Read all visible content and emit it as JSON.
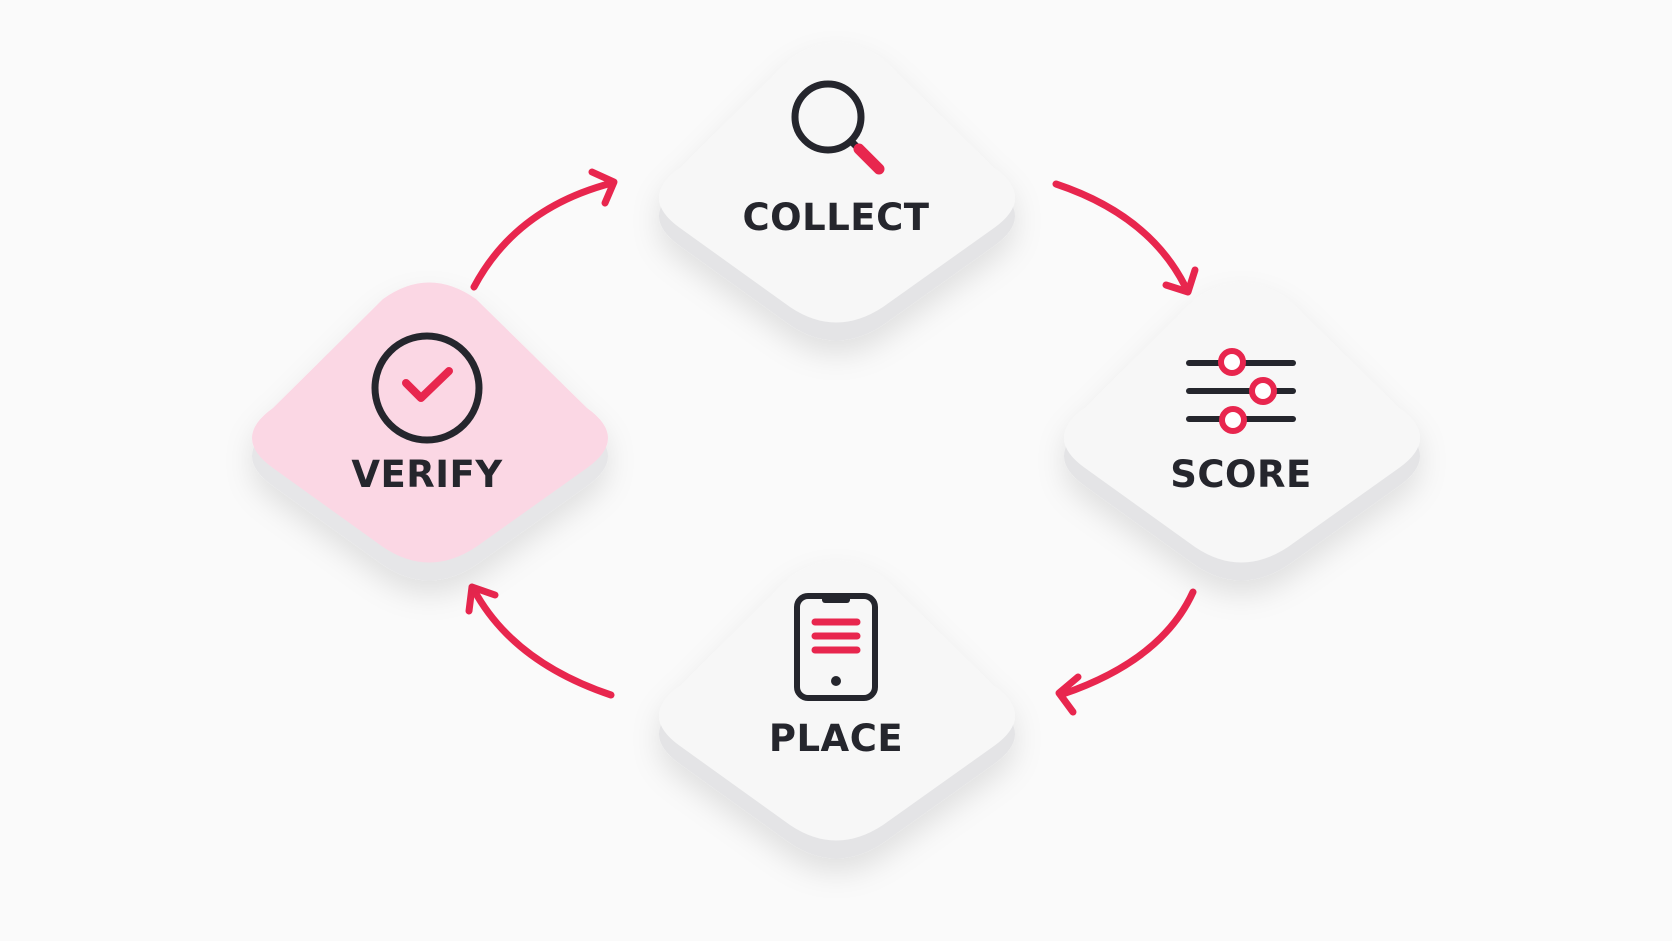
{
  "colors": {
    "accent": "#e8264e",
    "ink": "#25262d",
    "tile_face": "#f7f7f7",
    "tile_side": "#e4e4e6",
    "tile_highlight_face": "#fbd7e4",
    "tile_highlight_side": "#e6e6e8",
    "background": "#fafafa"
  },
  "steps": [
    {
      "label": "COLLECT",
      "icon": "magnifier-icon",
      "highlighted": false
    },
    {
      "label": "SCORE",
      "icon": "sliders-icon",
      "highlighted": false
    },
    {
      "label": "PLACE",
      "icon": "phone-icon",
      "highlighted": false
    },
    {
      "label": "VERIFY",
      "icon": "check-circle-icon",
      "highlighted": true
    }
  ],
  "flow": [
    {
      "from": "COLLECT",
      "to": "SCORE"
    },
    {
      "from": "SCORE",
      "to": "PLACE"
    },
    {
      "from": "PLACE",
      "to": "VERIFY"
    },
    {
      "from": "VERIFY",
      "to": "COLLECT"
    }
  ]
}
